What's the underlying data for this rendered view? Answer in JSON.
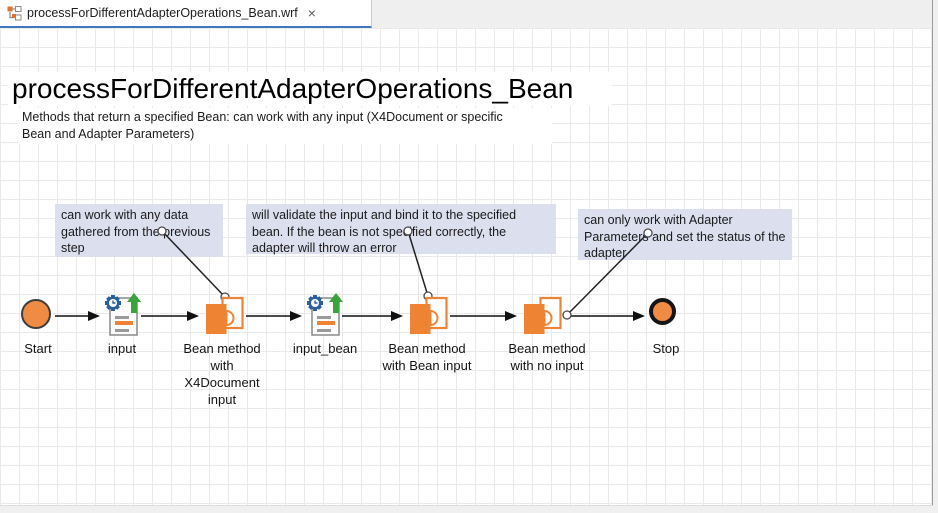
{
  "tab": {
    "title": "processForDifferentAdapterOperations_Bean.wrf",
    "close_glyph": "×"
  },
  "document": {
    "title": "processForDifferentAdapterOperations_Bean",
    "description": "Methods that return a specified Bean: can work with any input (X4Document or specific\nBean and Adapter Parameters)"
  },
  "annotations": [
    {
      "text": "can work with any data\ngathered from the previous\nstep"
    },
    {
      "text": "will validate the input and bind it to the specified\nbean. If the bean is not specified correctly, the\nadapter will throw an error"
    },
    {
      "text": "can only work with Adapter\nParameters and set the status of the\nadapter"
    }
  ],
  "nodes": [
    {
      "id": "start",
      "type": "start-event",
      "label": "Start"
    },
    {
      "id": "input",
      "type": "mapping-step",
      "label": "input"
    },
    {
      "id": "bean-x4document",
      "type": "adapter-step",
      "label": "Bean method\nwith\nX4Document\ninput"
    },
    {
      "id": "input_bean",
      "type": "mapping-step",
      "label": "input_bean"
    },
    {
      "id": "bean-bean-input",
      "type": "adapter-step",
      "label": "Bean method\nwith Bean input"
    },
    {
      "id": "bean-no-input",
      "type": "adapter-step",
      "label": "Bean method\nwith no input"
    },
    {
      "id": "stop",
      "type": "stop-event",
      "label": "Stop"
    }
  ],
  "colors": {
    "accent_orange": "#ee8433",
    "event_fill": "#ef8b43",
    "annotation_bg": "#dbdfee",
    "gear_blue": "#2b5f9e",
    "arrow_green": "#3ba33b",
    "tab_underline": "#4178be",
    "grid_line": "#e9e9e9"
  }
}
